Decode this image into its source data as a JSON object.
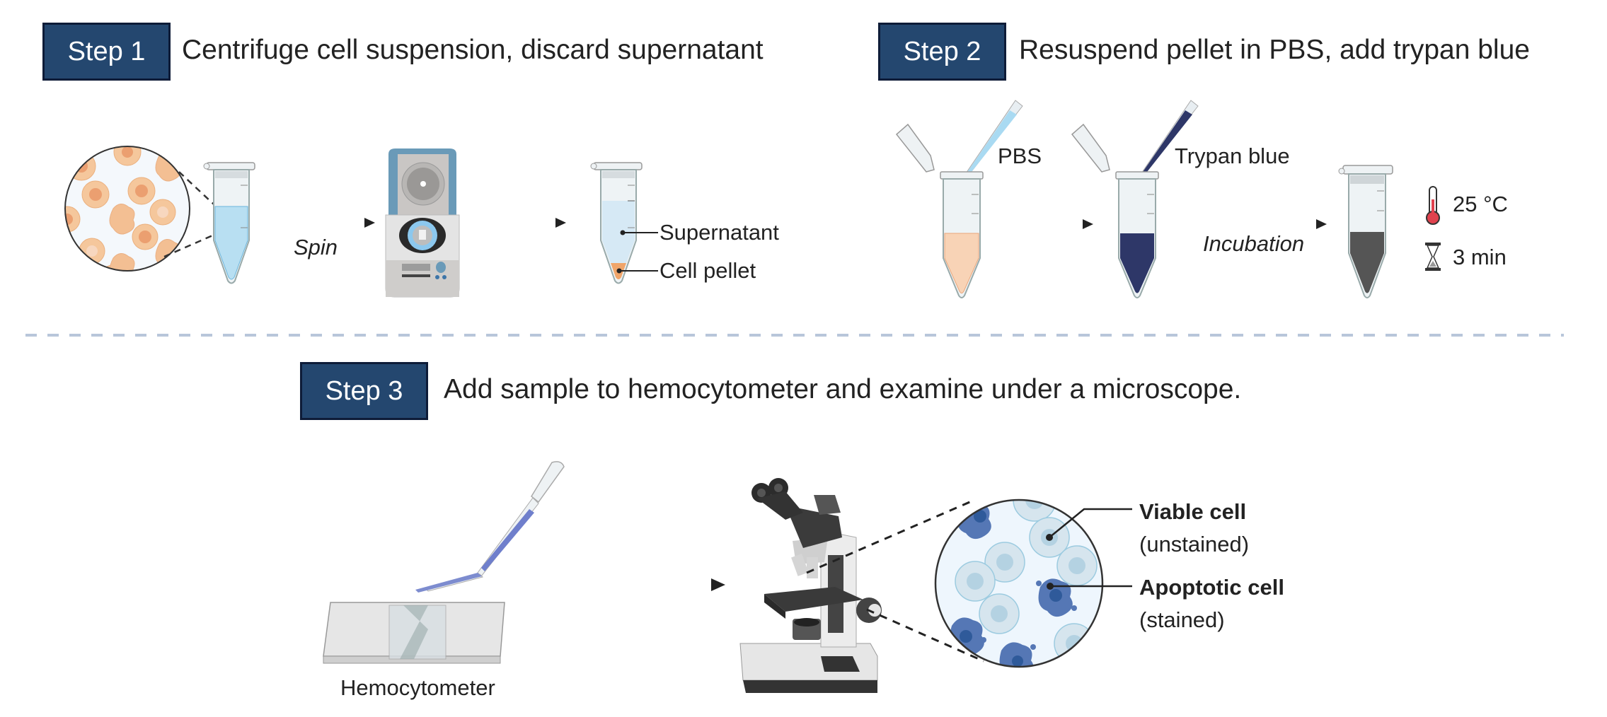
{
  "steps": [
    {
      "badge": "Step 1",
      "title": "Centrifuge cell suspension, discard supernatant"
    },
    {
      "badge": "Step 2",
      "title": "Resuspend pellet in PBS, add trypan blue"
    },
    {
      "badge": "Step 3",
      "title": "Add sample to hemocytometer and examine under a microscope."
    }
  ],
  "step1": {
    "arrow_label": "Spin",
    "labels": {
      "supernatant": "Supernatant",
      "pellet": "Cell pellet"
    }
  },
  "step2": {
    "reagent1": "PBS",
    "reagent2": "Trypan blue",
    "arrow_label": "Incubation",
    "temperature": "25 °C",
    "time": "3 min"
  },
  "step3": {
    "device_label": "Hemocytometer",
    "viable_title": "Viable cell",
    "viable_sub": "(unstained)",
    "apoptotic_title": "Apoptotic cell",
    "apoptotic_sub": "(stained)"
  },
  "colors": {
    "badge_fill": "#24476f",
    "badge_border": "#0e1c38",
    "divider": "#b8c6da",
    "pbs_liquid": "#f8d3b6",
    "trypan_blue": "#2e3768",
    "cell_orange": "#f5c79c",
    "stained_cell": "#5577b5",
    "unstained_cell": "#d6e5ee",
    "centrifuge_lid": "#6a9ab8",
    "thermometer_red": "#e0424e"
  }
}
